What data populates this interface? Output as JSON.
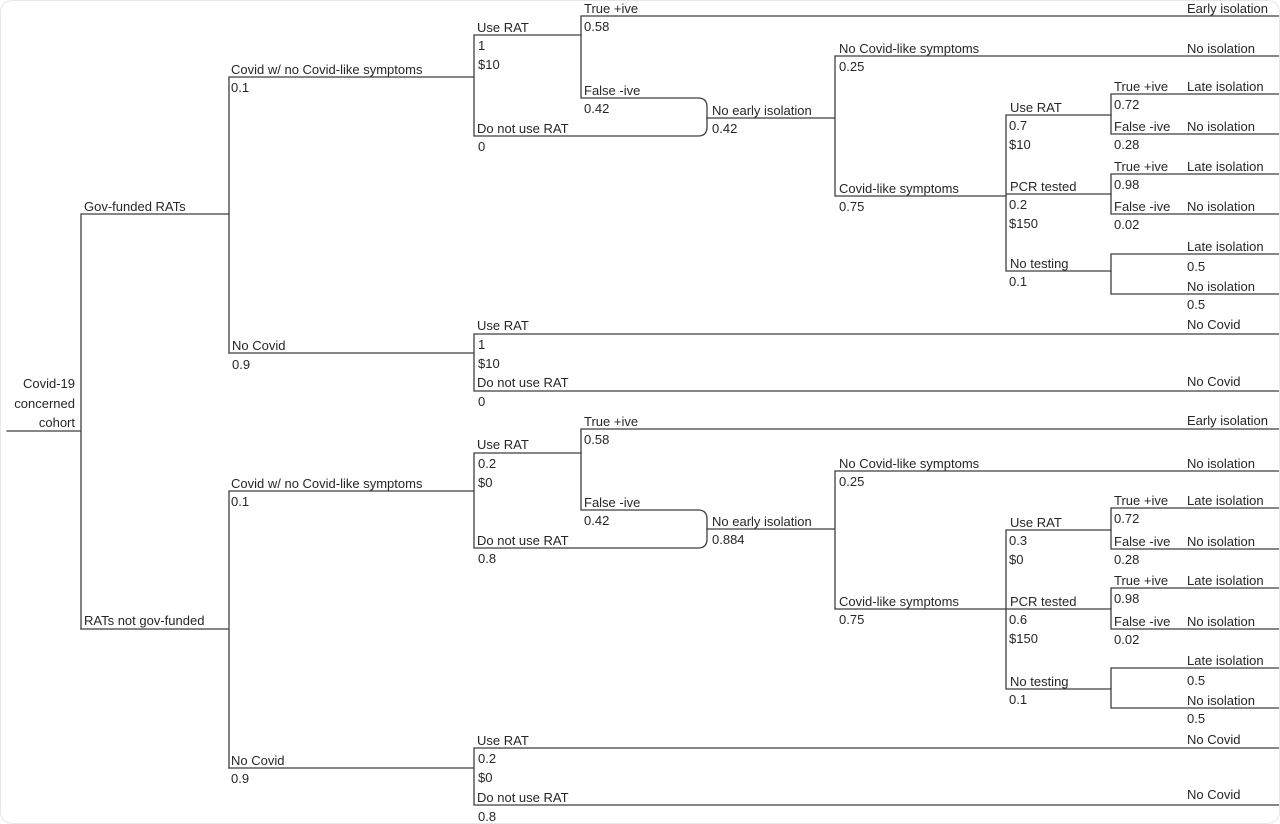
{
  "tree": {
    "root": {
      "line1": "Covid-19",
      "line2": "concerned",
      "line3": "cohort"
    },
    "gov": {
      "label": "Gov-funded RATs",
      "covid": {
        "label": "Covid w/ no Covid-like symptoms",
        "prob": "0.1",
        "use_rat": {
          "label": "Use RAT",
          "prob": "1",
          "cost": "$10"
        },
        "true_pos": {
          "label": "True +ive",
          "prob": "0.58",
          "outcome": "Early isolation"
        },
        "false_neg": {
          "label": "False -ive",
          "prob": "0.42"
        },
        "no_rat": {
          "label": "Do not use RAT",
          "prob": "0"
        },
        "no_early": {
          "label": "No early isolation",
          "prob": "0.42",
          "no_symptoms": {
            "label": "No Covid-like symptoms",
            "prob": "0.25",
            "outcome": "No isolation"
          },
          "symptoms": {
            "label": "Covid-like symptoms",
            "prob": "0.75",
            "use_rat": {
              "label": "Use RAT",
              "prob": "0.7",
              "cost": "$10",
              "true_pos": {
                "label": "True +ive",
                "prob": "0.72",
                "outcome": "Late isolation"
              },
              "false_neg": {
                "label": "False -ive",
                "prob": "0.28",
                "outcome": "No isolation"
              }
            },
            "pcr": {
              "label": "PCR tested",
              "prob": "0.2",
              "cost": "$150",
              "true_pos": {
                "label": "True +ive",
                "prob": "0.98",
                "outcome": "Late isolation"
              },
              "false_neg": {
                "label": "False -ive",
                "prob": "0.02",
                "outcome": "No isolation"
              }
            },
            "no_testing": {
              "label": "No testing",
              "prob": "0.1",
              "late": {
                "label": "Late isolation",
                "prob": "0.5"
              },
              "none": {
                "label": "No isolation",
                "prob": "0.5"
              }
            }
          }
        }
      },
      "no_covid": {
        "label": "No Covid",
        "prob": "0.9",
        "use_rat": {
          "label": "Use RAT",
          "prob": "1",
          "cost": "$10",
          "outcome": "No Covid"
        },
        "no_rat": {
          "label": "Do not use RAT",
          "prob": "0",
          "outcome": "No Covid"
        }
      }
    },
    "nogov": {
      "label": "RATs not gov-funded",
      "covid": {
        "label": "Covid w/ no Covid-like symptoms",
        "prob": "0.1",
        "use_rat": {
          "label": "Use RAT",
          "prob": "0.2",
          "cost": "$0"
        },
        "true_pos": {
          "label": "True +ive",
          "prob": "0.58",
          "outcome": "Early isolation"
        },
        "false_neg": {
          "label": "False -ive",
          "prob": "0.42"
        },
        "no_rat": {
          "label": "Do not use RAT",
          "prob": "0.8"
        },
        "no_early": {
          "label": "No early isolation",
          "prob": "0.884",
          "no_symptoms": {
            "label": "No Covid-like symptoms",
            "prob": "0.25",
            "outcome": "No isolation"
          },
          "symptoms": {
            "label": "Covid-like symptoms",
            "prob": "0.75",
            "use_rat": {
              "label": "Use RAT",
              "prob": "0.3",
              "cost": "$0",
              "true_pos": {
                "label": "True +ive",
                "prob": "0.72",
                "outcome": "Late isolation"
              },
              "false_neg": {
                "label": "False -ive",
                "prob": "0.28",
                "outcome": "No isolation"
              }
            },
            "pcr": {
              "label": "PCR tested",
              "prob": "0.6",
              "cost": "$150",
              "true_pos": {
                "label": "True +ive",
                "prob": "0.98",
                "outcome": "Late isolation"
              },
              "false_neg": {
                "label": "False -ive",
                "prob": "0.02",
                "outcome": "No isolation"
              }
            },
            "no_testing": {
              "label": "No testing",
              "prob": "0.1",
              "late": {
                "label": "Late isolation",
                "prob": "0.5"
              },
              "none": {
                "label": "No isolation",
                "prob": "0.5"
              }
            }
          }
        }
      },
      "no_covid": {
        "label": "No Covid",
        "prob": "0.9",
        "use_rat": {
          "label": "Use RAT",
          "prob": "0.2",
          "cost": "$0",
          "outcome": "No Covid"
        },
        "no_rat": {
          "label": "Do not use RAT",
          "prob": "0.8",
          "outcome": "No Covid"
        }
      }
    }
  }
}
